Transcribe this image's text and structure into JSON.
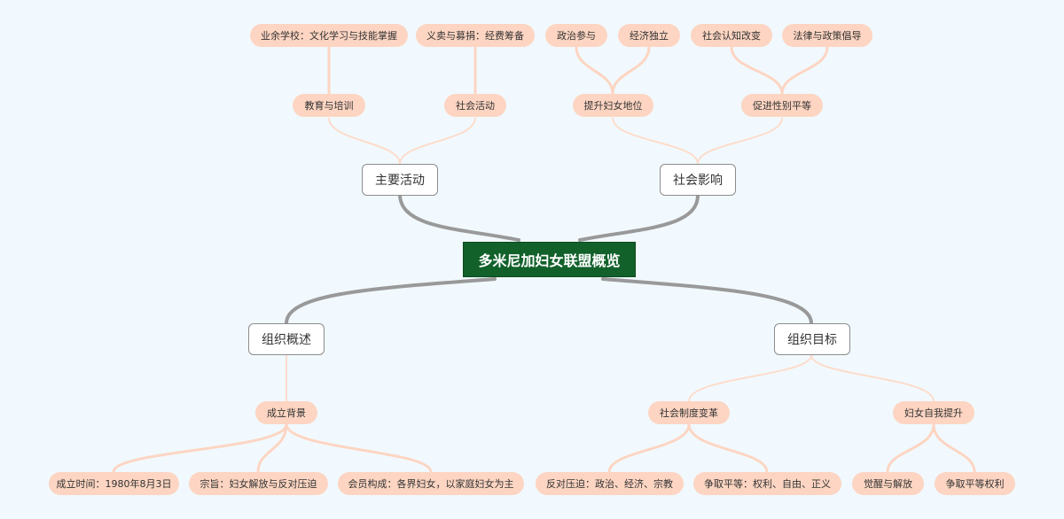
{
  "root": {
    "label": "多米尼加妇女联盟概览"
  },
  "branches": {
    "main_activities": "主要活动",
    "social_impact": "社会影响",
    "org_overview": "组织概述",
    "org_goals": "组织目标"
  },
  "sub": {
    "education": "教育与培训",
    "social_activities": "社会活动",
    "raise_status": "提升妇女地位",
    "promote_equality": "促进性别平等",
    "background": "成立背景",
    "social_reform": "社会制度变革",
    "self_improvement": "妇女自我提升"
  },
  "leaves": {
    "spare_school": "业余学校：文化学习与技能掌握",
    "fundraising": "义卖与募捐：经费筹备",
    "political": "政治参与",
    "economic": "经济独立",
    "social_cognition": "社会认知改变",
    "law_policy": "法律与政策倡导",
    "founded": "成立时间：1980年8月3日",
    "purpose": "宗旨：妇女解放与反对压迫",
    "members": "会员构成：各界妇女，以家庭妇女为主",
    "anti_oppression": "反对压迫：政治、经济、宗教",
    "equality": "争取平等：权利、自由、正义",
    "awakening": "觉醒与解放",
    "equal_rights": "争取平等权利"
  },
  "colors": {
    "background": "#f1f9fe",
    "root_fill": "#12612b",
    "pill_fill": "#fdd5c2",
    "main_link": "#999999",
    "sub_link": "#fddccb"
  }
}
